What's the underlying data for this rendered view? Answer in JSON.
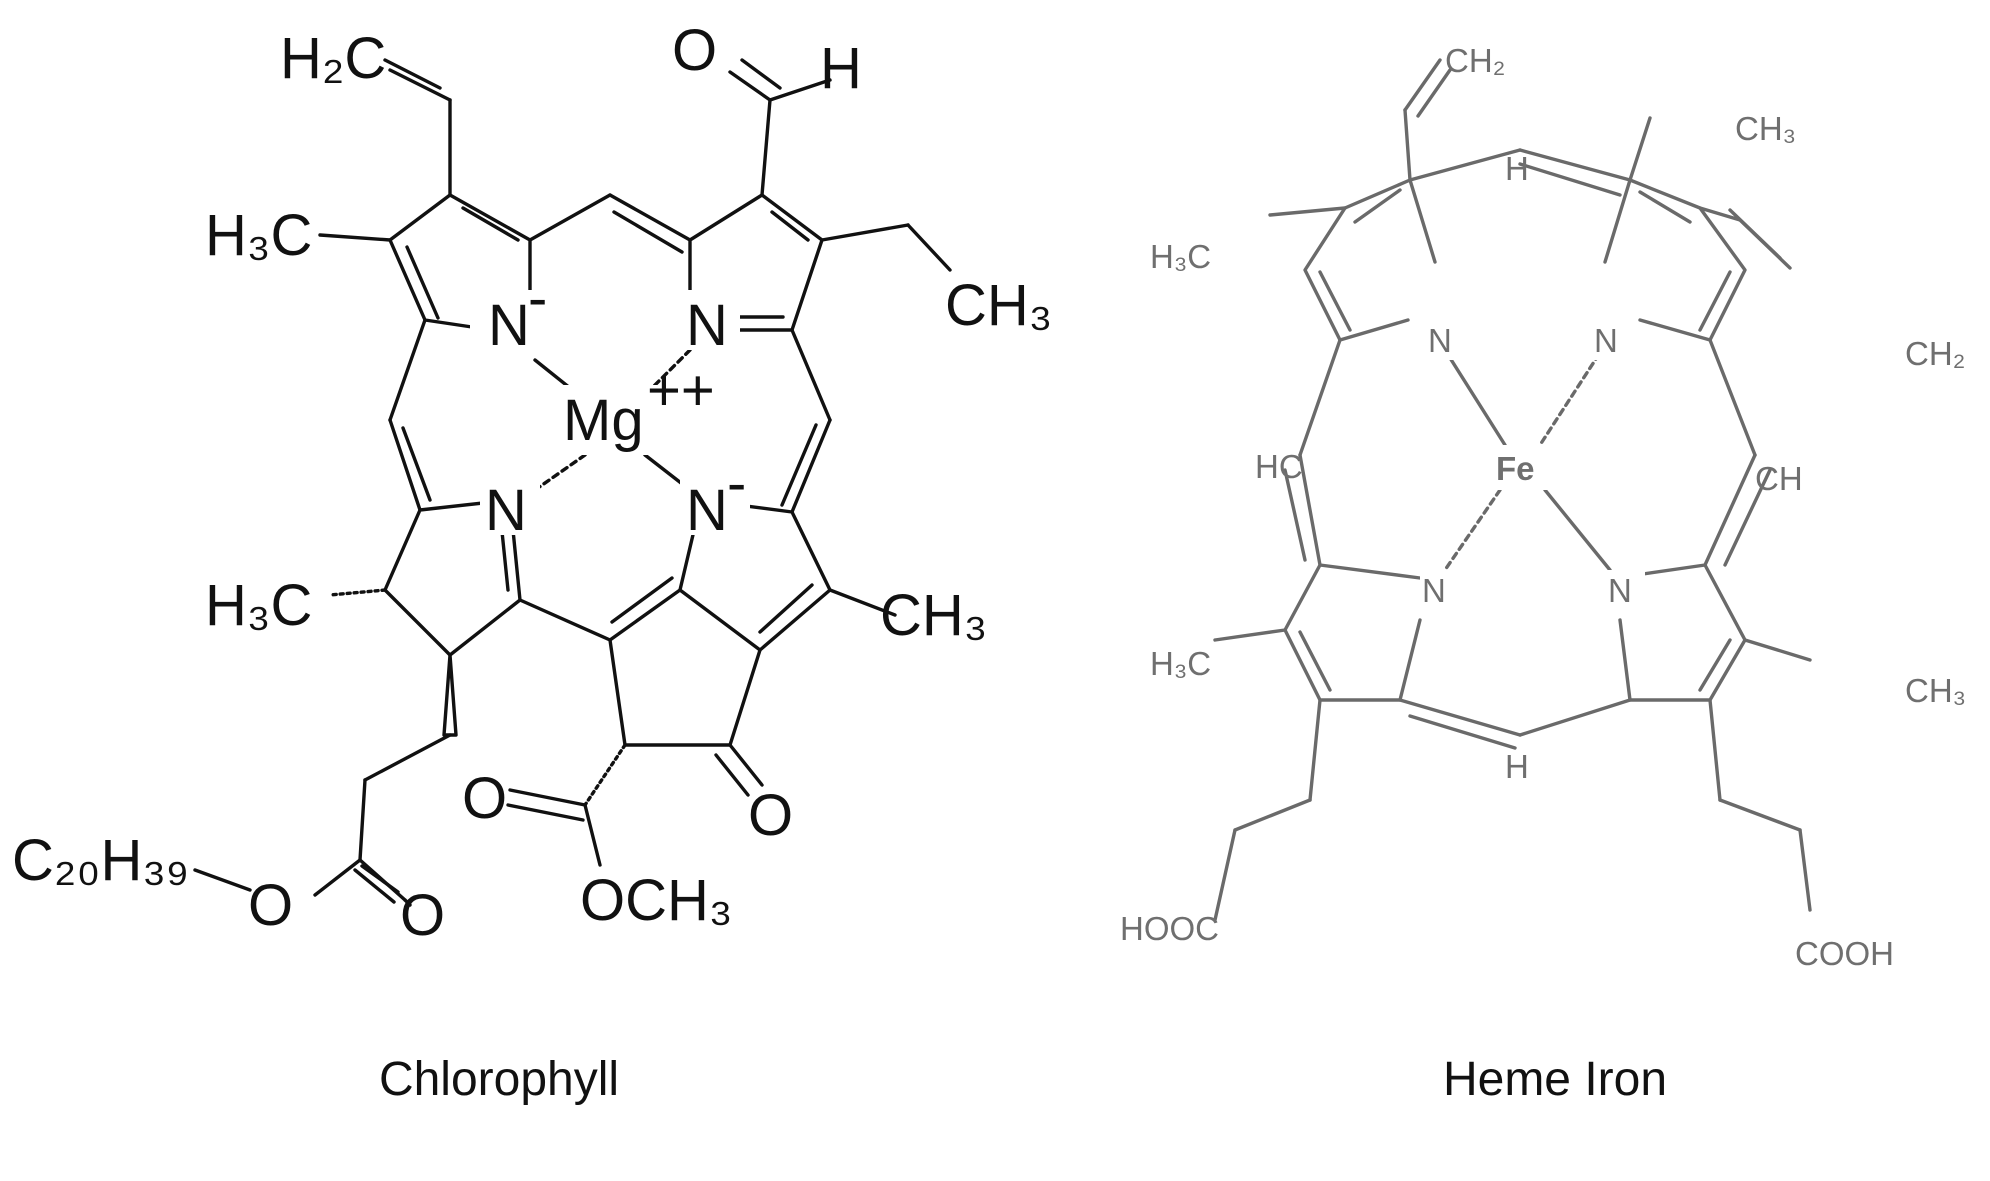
{
  "chlorophyll": {
    "caption": "Chlorophyll",
    "metal": "Mg",
    "metal_charge": "++",
    "n_charge": "-",
    "atom_N": "N",
    "atom_O": "O",
    "atom_H": "H",
    "group_H2C": "H₂C",
    "group_CH3": "CH₃",
    "group_H3C": "H₃C",
    "group_OCH3": "OCH₃",
    "group_ester": "C₂₀H₃₉"
  },
  "heme": {
    "caption": "Heme Iron",
    "metal": "Fe",
    "metal_color": "#e8383d",
    "n_color": "#5c6fd6",
    "atom_N": "N",
    "atom_H": "H",
    "group_CH2": "CH₂",
    "group_CH3": "CH₃",
    "group_H3C": "H₃C",
    "group_HC": "HC",
    "group_CH": "CH",
    "group_HOOC": "HOOC",
    "group_COOH": "COOH"
  }
}
